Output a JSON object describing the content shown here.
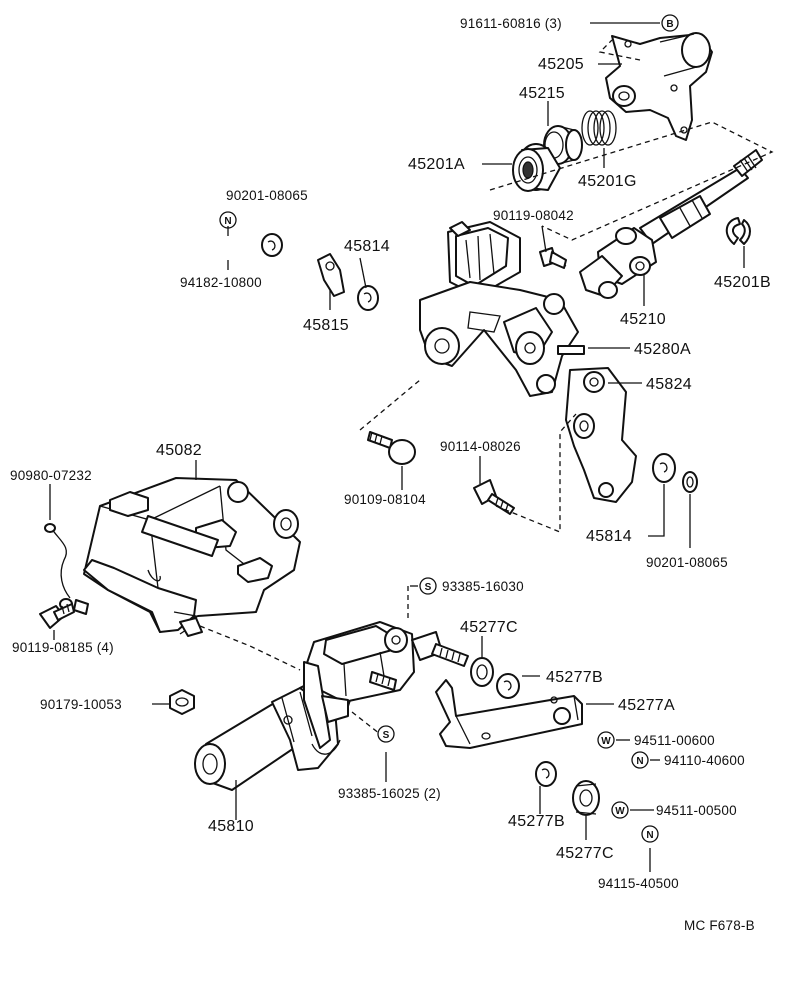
{
  "labels": {
    "p91611": "91611-60816 (3)",
    "p45205": "45205",
    "p45215": "45215",
    "p45201a": "45201A",
    "p45201g": "45201G",
    "p90201a": "90201-08065",
    "p94182": "94182-10800",
    "p45814a": "45814",
    "p45815": "45815",
    "p90119a": "90119-08042",
    "p45201b": "45201B",
    "p45210": "45210",
    "p45280a": "45280A",
    "p45824": "45824",
    "p45082": "45082",
    "p90980": "90980-07232",
    "p90114": "90114-08026",
    "p90109": "90109-08104",
    "p45814b": "45814",
    "p90201b": "90201-08065",
    "p90119b": "90119-08185 (4)",
    "p93385a": "93385-16030",
    "p45277c1": "45277C",
    "p45277b1": "45277B",
    "p45277a": "45277A",
    "p90179": "90179-10053",
    "p94511a": "94511-00600",
    "p94110": "94110-40600",
    "p93385b": "93385-16025 (2)",
    "p45810": "45810",
    "p45277b2": "45277B",
    "p94511b": "94511-00500",
    "p45277c2": "45277C",
    "p94115": "94115-40500",
    "code": "MC F678-B"
  },
  "symbols": {
    "b": "B",
    "n": "N",
    "s": "S",
    "w": "W"
  }
}
